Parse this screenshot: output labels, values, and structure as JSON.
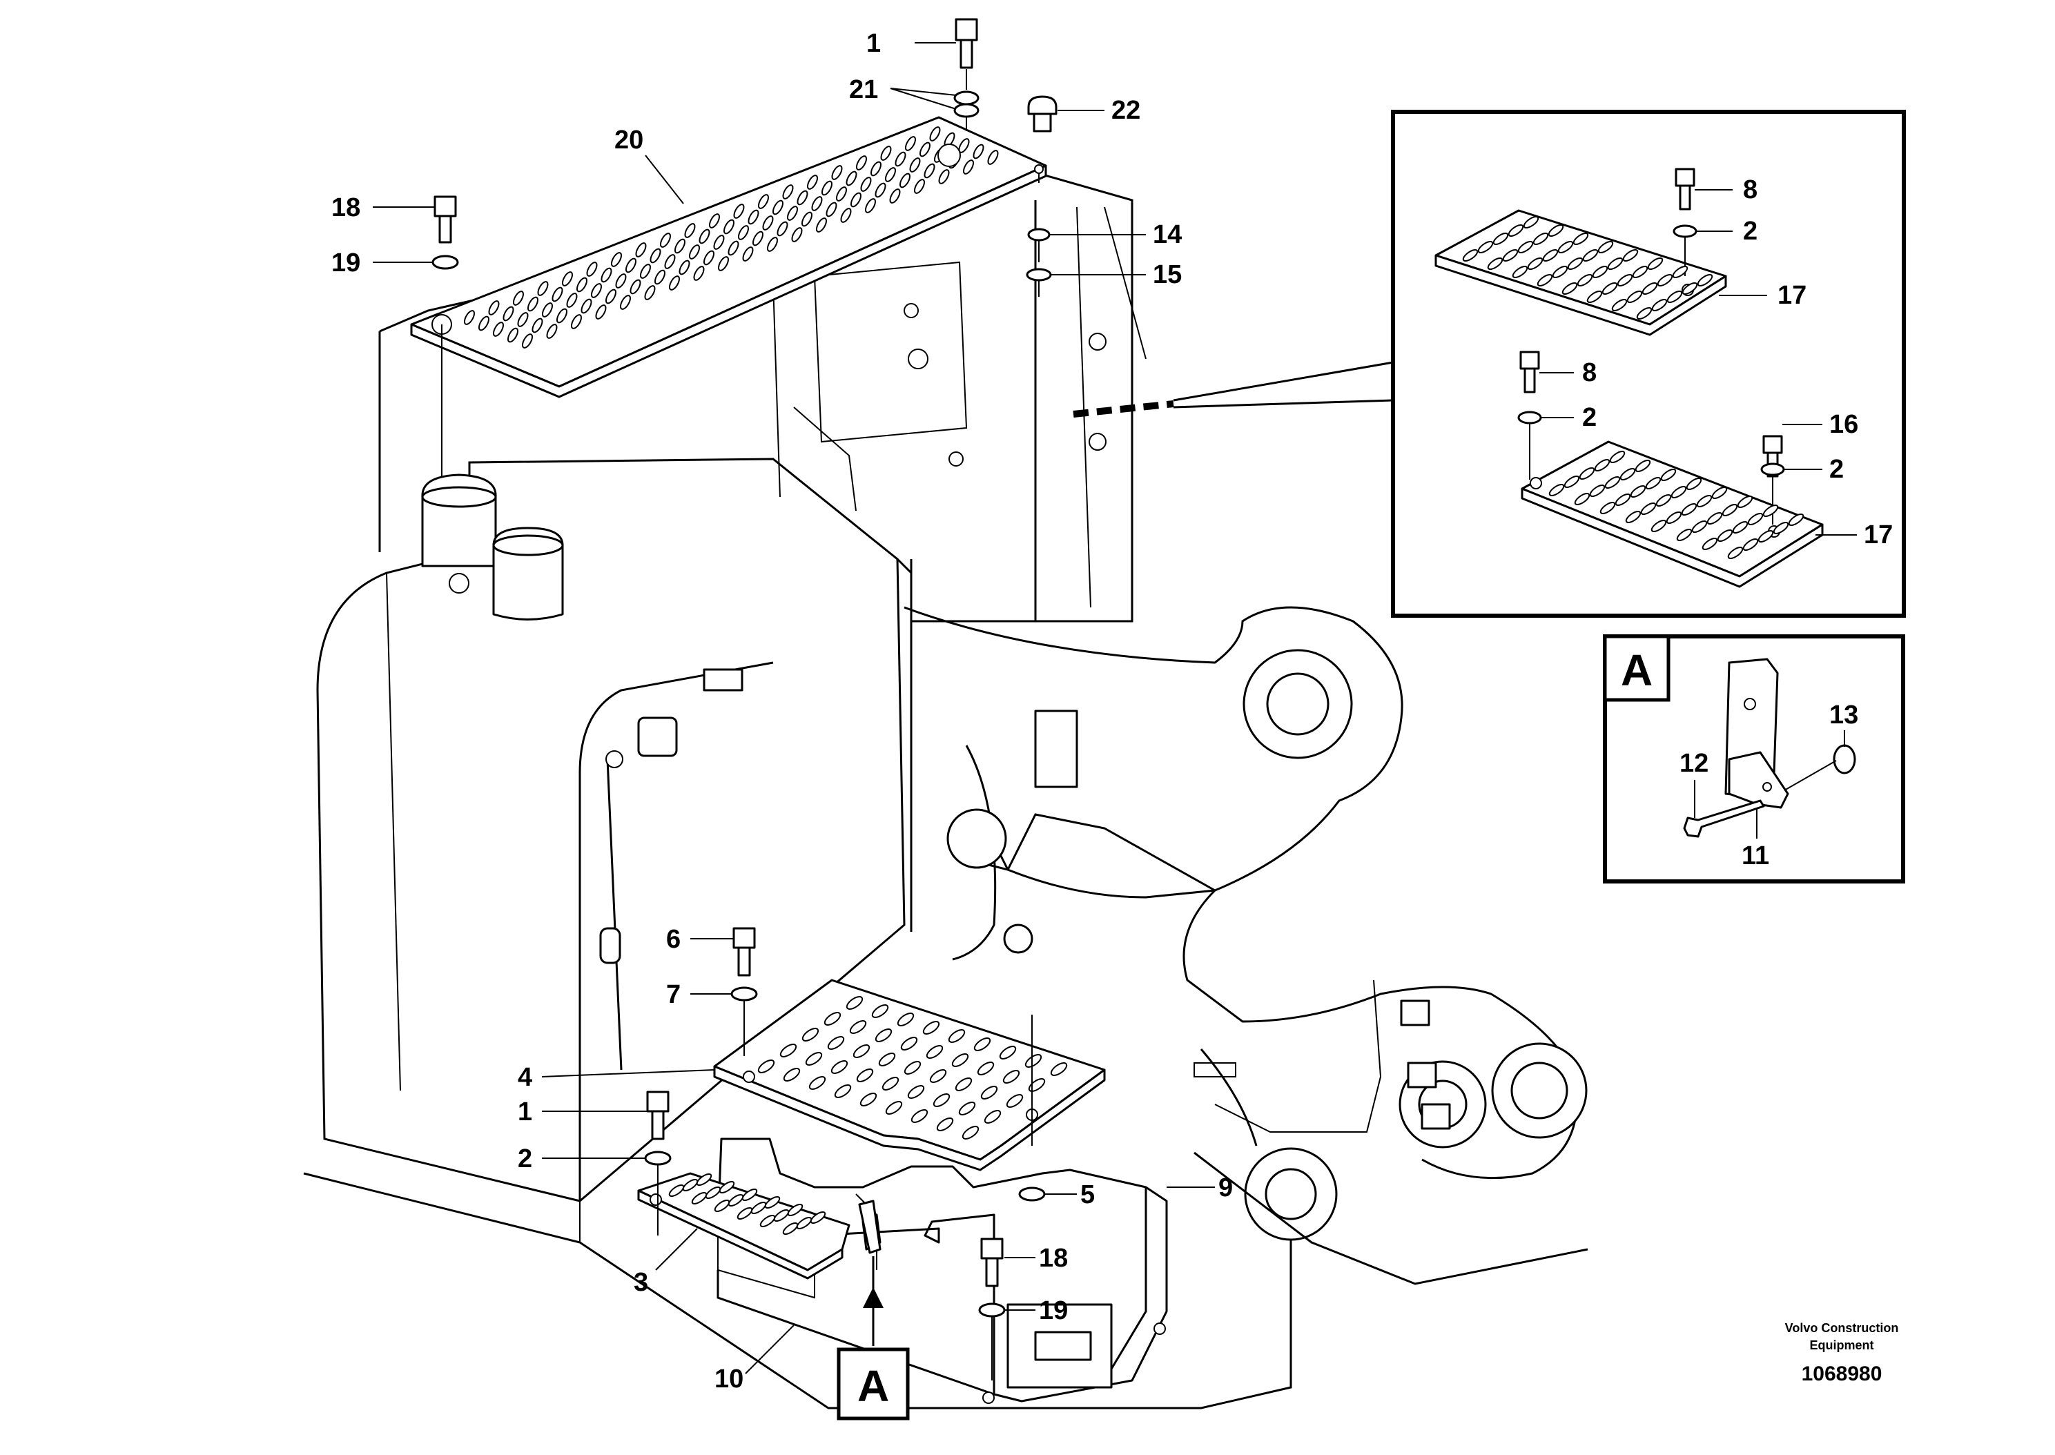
{
  "diagram": {
    "callouts": {
      "c1_top": "1",
      "c21": "21",
      "c22": "22",
      "c20": "20",
      "c18_top": "18",
      "c19_top": "19",
      "c14": "14",
      "c15": "15",
      "c6": "6",
      "c7": "7",
      "c4": "4",
      "c1_bottom": "1",
      "c2_bottom": "2",
      "c3": "3",
      "c5": "5",
      "c9": "9",
      "c18_bottom": "18",
      "c19_bottom": "19",
      "c10": "10"
    },
    "detail_steps": {
      "c8_a": "8",
      "c2_a": "2",
      "c17_a": "17",
      "c8_b": "8",
      "c2_b": "2",
      "c16": "16",
      "c2_c": "2",
      "c17_b": "17"
    },
    "detail_a": {
      "tag": "A",
      "c13": "13",
      "c12": "12",
      "c11": "11"
    },
    "view_marker": "A",
    "footer": {
      "company_line1": "Volvo Construction",
      "company_line2": "Equipment",
      "drawing_number": "1068980"
    }
  }
}
